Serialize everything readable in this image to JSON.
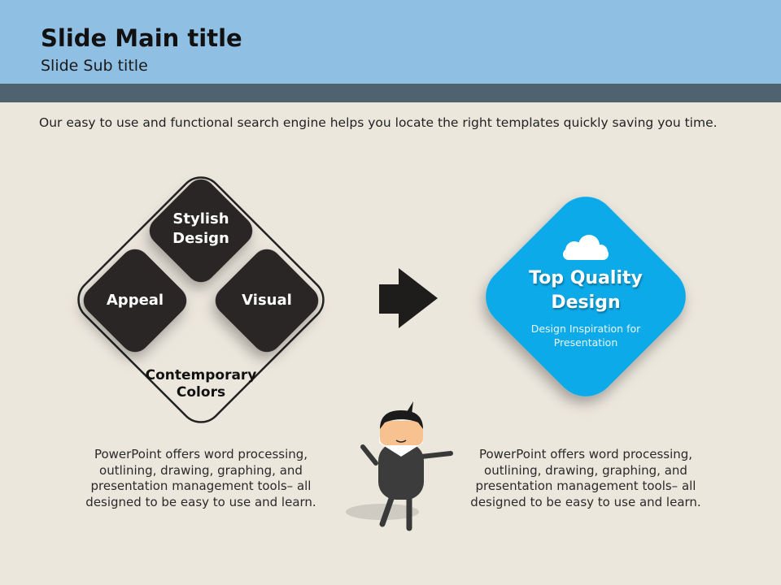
{
  "header": {
    "title": "Slide Main title",
    "subtitle": "Slide Sub title"
  },
  "intro": "Our easy to use and functional search engine helps you locate the right templates quickly saving you time.",
  "left_diagram": {
    "top": "Stylish Design",
    "left": "Appeal",
    "right": "Visual",
    "bottom": "Contemporary Colors"
  },
  "right_diagram": {
    "title": "Top Quality Design",
    "subtitle": "Design Inspiration for Presentation",
    "color": "#0daae9"
  },
  "left_text": "PowerPoint offers word processing, outlining, drawing, graphing, and presentation management tools– all designed to be easy to use and learn.",
  "right_text": "PowerPoint offers word processing, outlining, drawing, graphing, and presentation management tools– all designed to be easy to use and learn."
}
